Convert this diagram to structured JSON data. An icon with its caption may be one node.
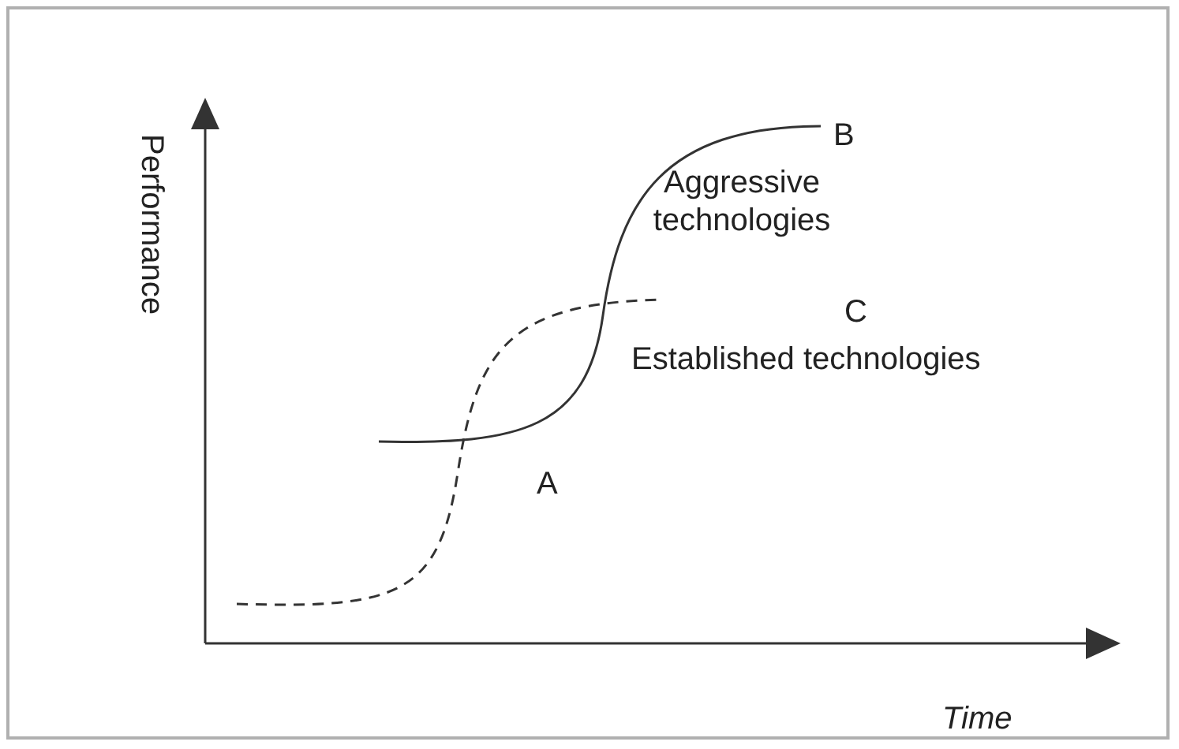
{
  "diagram": {
    "labels": [
      "B",
      "Performance",
      "Aggressive technologies",
      "C",
      "Established technologies",
      "A",
      "Time"
    ]
  }
}
